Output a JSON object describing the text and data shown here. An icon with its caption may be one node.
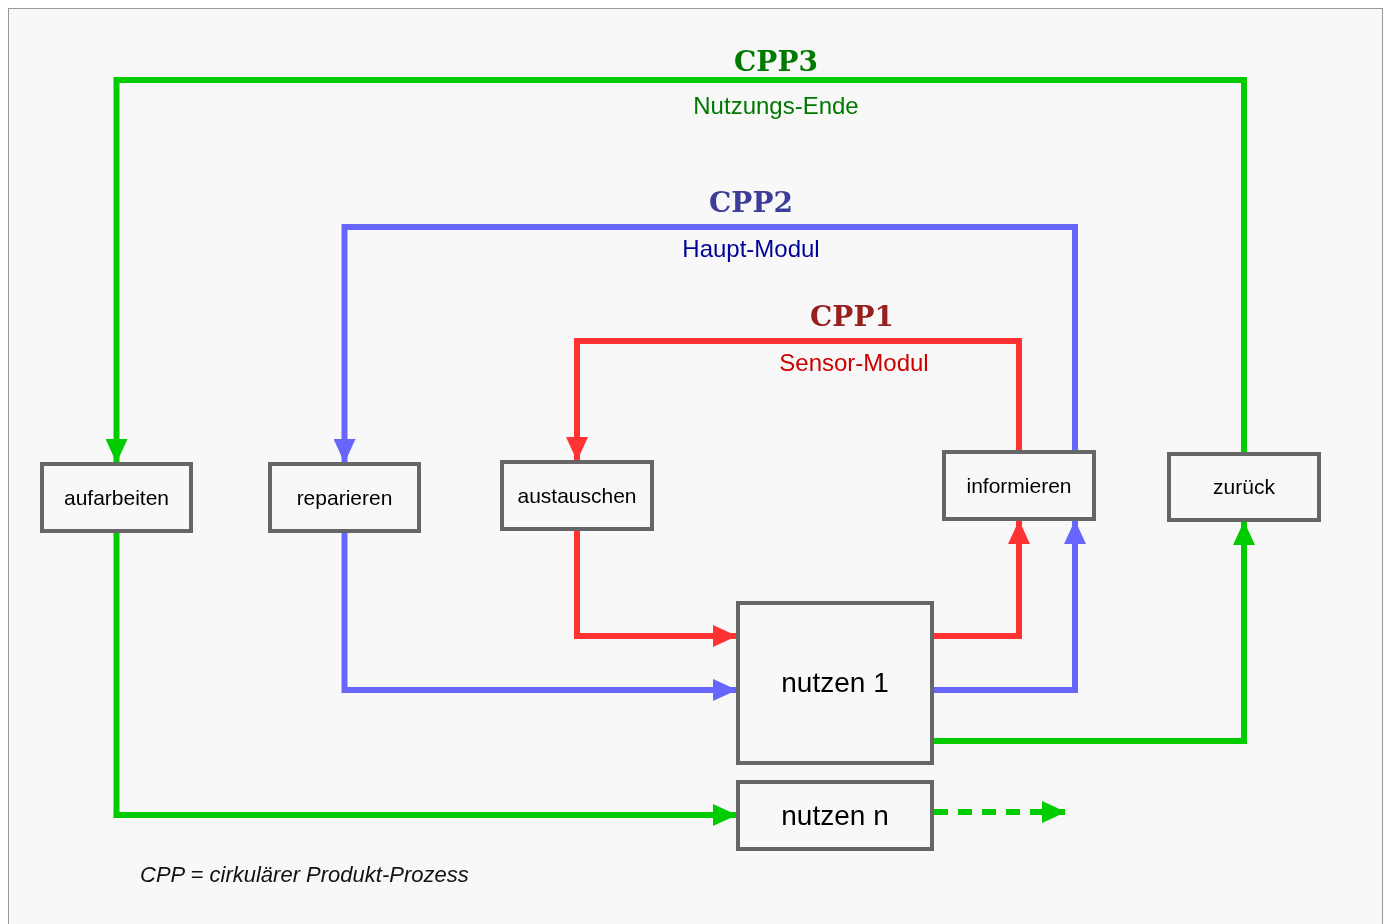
{
  "diagram": {
    "nodes": [
      {
        "text": [
          "aufarbeiten"
        ]
      },
      {
        "text": [
          "reparieren"
        ]
      },
      {
        "text": [
          "austauschen"
        ]
      },
      {
        "text": [
          "informieren"
        ]
      },
      {
        "text": [
          "zurück"
        ]
      },
      {
        "text": [
          "nutzen 1"
        ]
      },
      {
        "text": [
          "nutzen n"
        ]
      }
    ],
    "edges": [
      {
        "from": 5,
        "to": 4,
        "arrow": "to"
      },
      {
        "from": 4,
        "to": 0,
        "arrow": "to",
        "label": "CPP3"
      },
      {
        "from": 0,
        "to": 6,
        "arrow": "to"
      },
      {
        "from": 6,
        "to": null,
        "arrow": "to",
        "style": "dashed"
      },
      {
        "from": 5,
        "to": 3,
        "arrow": "to",
        "color": "#6666ff"
      },
      {
        "from": 3,
        "to": 1,
        "arrow": "to",
        "label": "CPP2",
        "color": "#6666ff"
      },
      {
        "from": 1,
        "to": 5,
        "arrow": "to",
        "color": "#6666ff"
      },
      {
        "from": 5,
        "to": 3,
        "arrow": "to",
        "color": "#ff3333"
      },
      {
        "from": 3,
        "to": 2,
        "arrow": "to",
        "label": "CPP1",
        "color": "#ff3333"
      },
      {
        "from": 2,
        "to": 5,
        "arrow": "to",
        "color": "#ff3333"
      }
    ],
    "labels": [
      "Nutzungs-Ende",
      "Haupt-Modul",
      "Sensor-Modul",
      "CPP = cirkulärer Produkt-Prozess"
    ]
  }
}
